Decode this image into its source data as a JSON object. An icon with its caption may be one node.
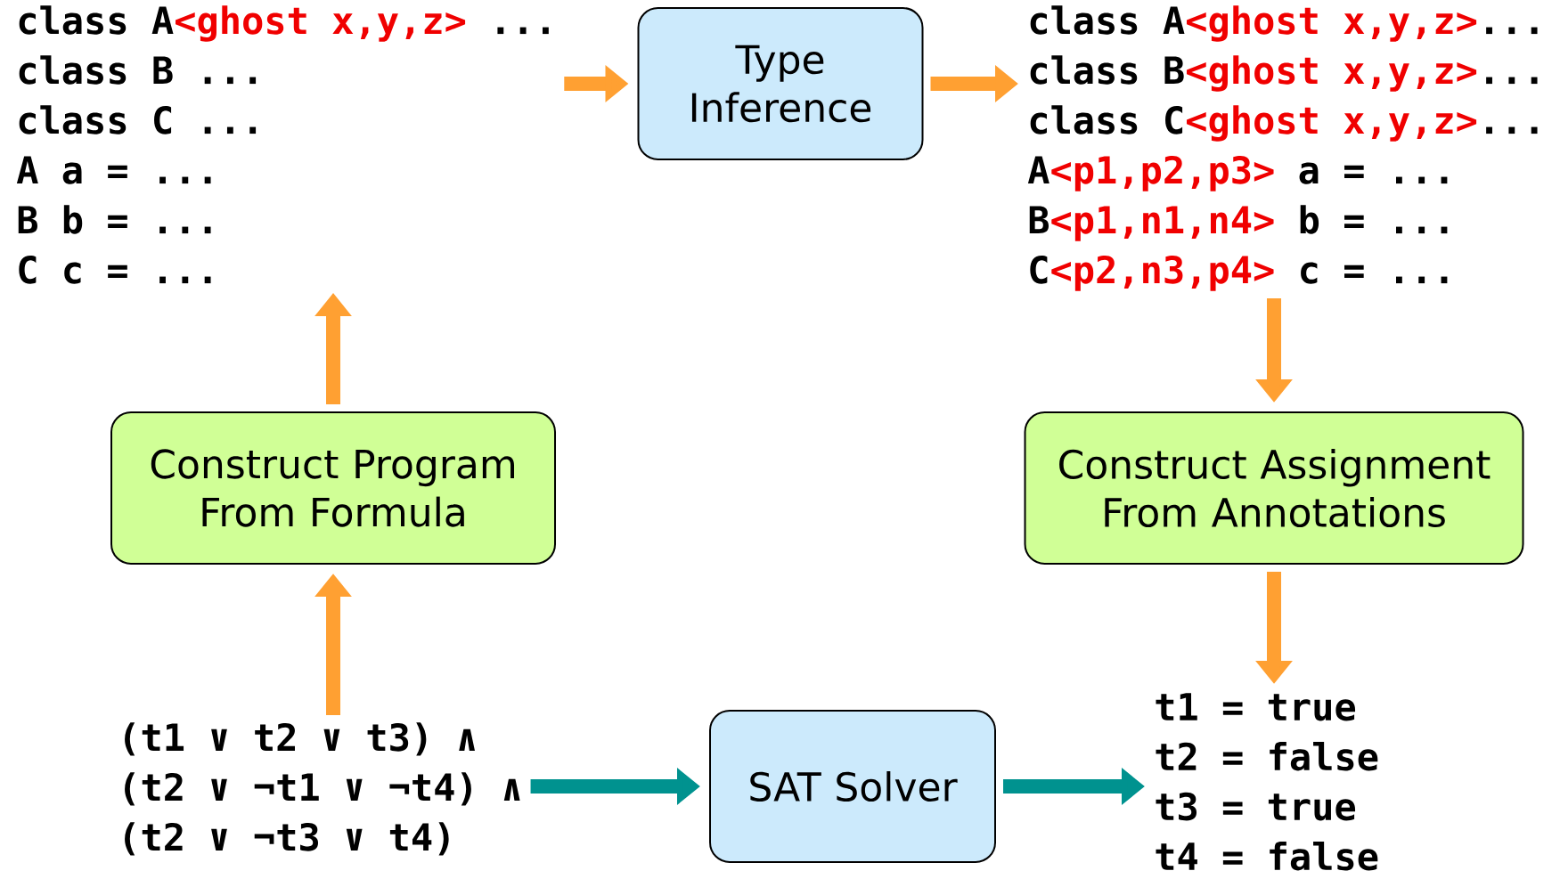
{
  "diagram": {
    "nodes": [
      {
        "text": [
          "class A",
          "<ghost x,y,z>",
          "...",
          "class B ...",
          "class C ...",
          "A a = ...",
          "B b = ...",
          "C c = ..."
        ]
      },
      {
        "text": [
          "Type Inference"
        ]
      },
      {
        "text": [
          "class A",
          "<ghost x,y,z>",
          "...",
          "class B",
          "<ghost x,y,z>",
          "...",
          "class C",
          "<ghost x,y,z>",
          "...",
          "A",
          "<p1,p2,p3>",
          "a = ...",
          "B",
          "<p1,n1,n4>",
          "b = ...",
          "C",
          "<p2,n3,p4>",
          "c = ..."
        ]
      },
      {
        "text": [
          "Construct Assignment From Annotations"
        ]
      },
      {
        "text": [
          "t1 = true",
          "t2 = false",
          "t3 = true",
          "t4 = false"
        ]
      },
      {
        "text": [
          "SAT Solver"
        ]
      },
      {
        "text": [
          "(t1 ∨ t2 ∨ t3) ∧",
          "(t2 ∨ ¬t1 ∨ ¬t4) ∧",
          "(t2 ∨ ¬t3 ∨ t4)"
        ]
      },
      {
        "text": [
          "Construct Program From Formula"
        ]
      }
    ],
    "edges": [
      {
        "from": 0,
        "to": 1,
        "arrow": "to"
      },
      {
        "from": 1,
        "to": 2,
        "arrow": "to"
      },
      {
        "from": 2,
        "to": 3,
        "arrow": "to"
      },
      {
        "from": 3,
        "to": 4,
        "arrow": "to"
      },
      {
        "from": 6,
        "to": 5,
        "arrow": "to",
        "color": "#00928f"
      },
      {
        "from": 5,
        "to": 4,
        "arrow": "to",
        "color": "#00928f"
      },
      {
        "from": 7,
        "to": 0,
        "arrow": "to"
      },
      {
        "from": 6,
        "to": 7,
        "arrow": "to"
      }
    ]
  }
}
